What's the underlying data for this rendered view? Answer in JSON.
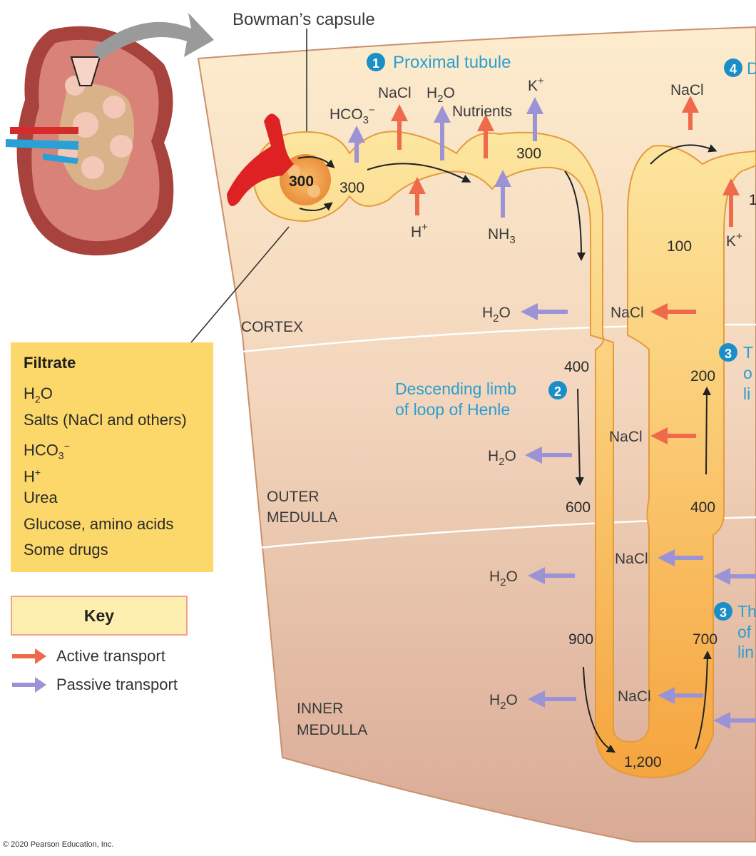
{
  "labels": {
    "bowmans_capsule": "Bowman’s capsule",
    "proximal_tubule": "Proximal tubule",
    "proximal_num": "1",
    "descending_num": "2",
    "ascending_num": "3",
    "distal_num": "4",
    "distal_partial": "D",
    "descending_line1": "Descending limb",
    "descending_line2": "of loop of Henle",
    "thin_partial_1": "T",
    "thin_partial_2": "o",
    "thin_partial_3": "li",
    "thick_partial_1": "Th",
    "thick_partial_2": "of",
    "thick_partial_3": "lin",
    "cortex": "CORTEX",
    "outer_medulla_1": "OUTER",
    "outer_medulla_2": "MEDULLA",
    "inner_medulla_1": "INNER",
    "inner_medulla_2": "MEDULLA"
  },
  "substances": {
    "hco3": "HCO",
    "hco3_sub": "3",
    "hco3_sup": "−",
    "nacl": "NaCl",
    "h2o_h": "H",
    "h2o_sub": "2",
    "h2o_o": "O",
    "nutrients": "Nutrients",
    "k": "K",
    "plus": "+",
    "h": "H",
    "nh3": "NH",
    "nh3_sub": "3"
  },
  "concentrations": {
    "bowman": "300",
    "pt_start": "300",
    "pt_end": "300",
    "desc_400": "400",
    "desc_600": "600",
    "desc_900": "900",
    "bottom": "1,200",
    "asc_700": "700",
    "asc_400": "400",
    "asc_200": "200",
    "asc_100": "100",
    "distal_partial": "1"
  },
  "filtrate": {
    "title": "Filtrate",
    "items": [
      "H2O",
      "Salts (NaCl and others)",
      "HCO3−",
      "H+",
      "Urea",
      "Glucose, amino acids",
      "Some drugs"
    ]
  },
  "key": {
    "title": "Key",
    "active": "Active transport",
    "passive": "Passive transport"
  },
  "colors": {
    "active_transport": "#ee6a4b",
    "passive_transport": "#9b93d6",
    "label_blue": "#2a9fd0",
    "filtrate_box": "#fcd86a"
  },
  "copyright": "© 2020 Pearson Education, Inc."
}
